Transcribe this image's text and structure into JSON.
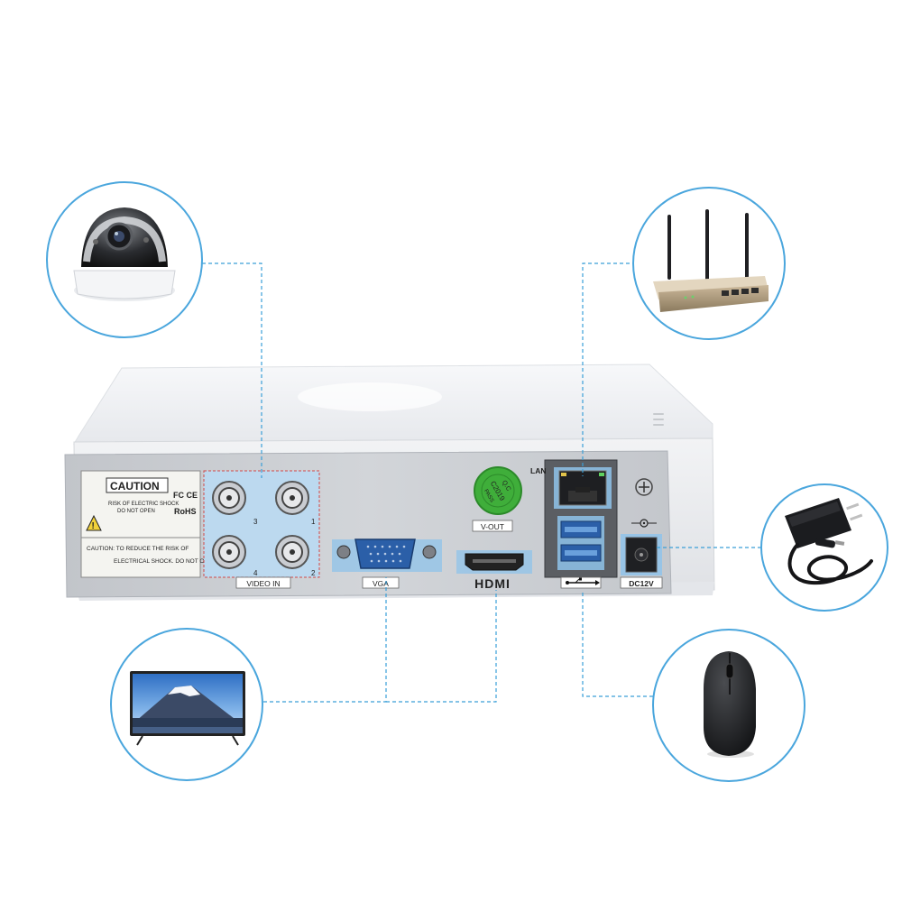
{
  "caution_label": {
    "title": "CAUTION",
    "warning": "RISK OF ELECTRIC SHOCK",
    "instruction": "DO NOT OPEN",
    "note_line1": "CAUTION: TO REDUCE THE RISK OF",
    "note_line2": "ELECTRICAL SHOCK. DO NOT OPEN",
    "cert_fc_ce": "FC CE",
    "cert_rohs": "RoHS"
  },
  "port_labels": {
    "video_in": "VIDEO IN",
    "vga": "VGA",
    "hdmi": "HDMI",
    "lan": "LAN",
    "v_out": "V-OUT",
    "dc12v": "DC12V"
  },
  "channel_numbers": [
    "3",
    "1",
    "4",
    "2"
  ],
  "qc_sticker": {
    "top": "Q.C",
    "code": "C2019",
    "bottom": "PASS"
  },
  "peripherals": {
    "top_left": "dome-camera",
    "top_right": "wifi-router",
    "mid_right": "power-adapter",
    "bottom_left": "monitor",
    "bottom_right": "usb-mouse"
  },
  "colors": {
    "guide_line": "#3a9fd8",
    "circle_border": "#4aa6dd",
    "device_body": "#eef0f3",
    "back_panel": "#c9ccd1",
    "port_highlight": "#8fc3ea"
  }
}
